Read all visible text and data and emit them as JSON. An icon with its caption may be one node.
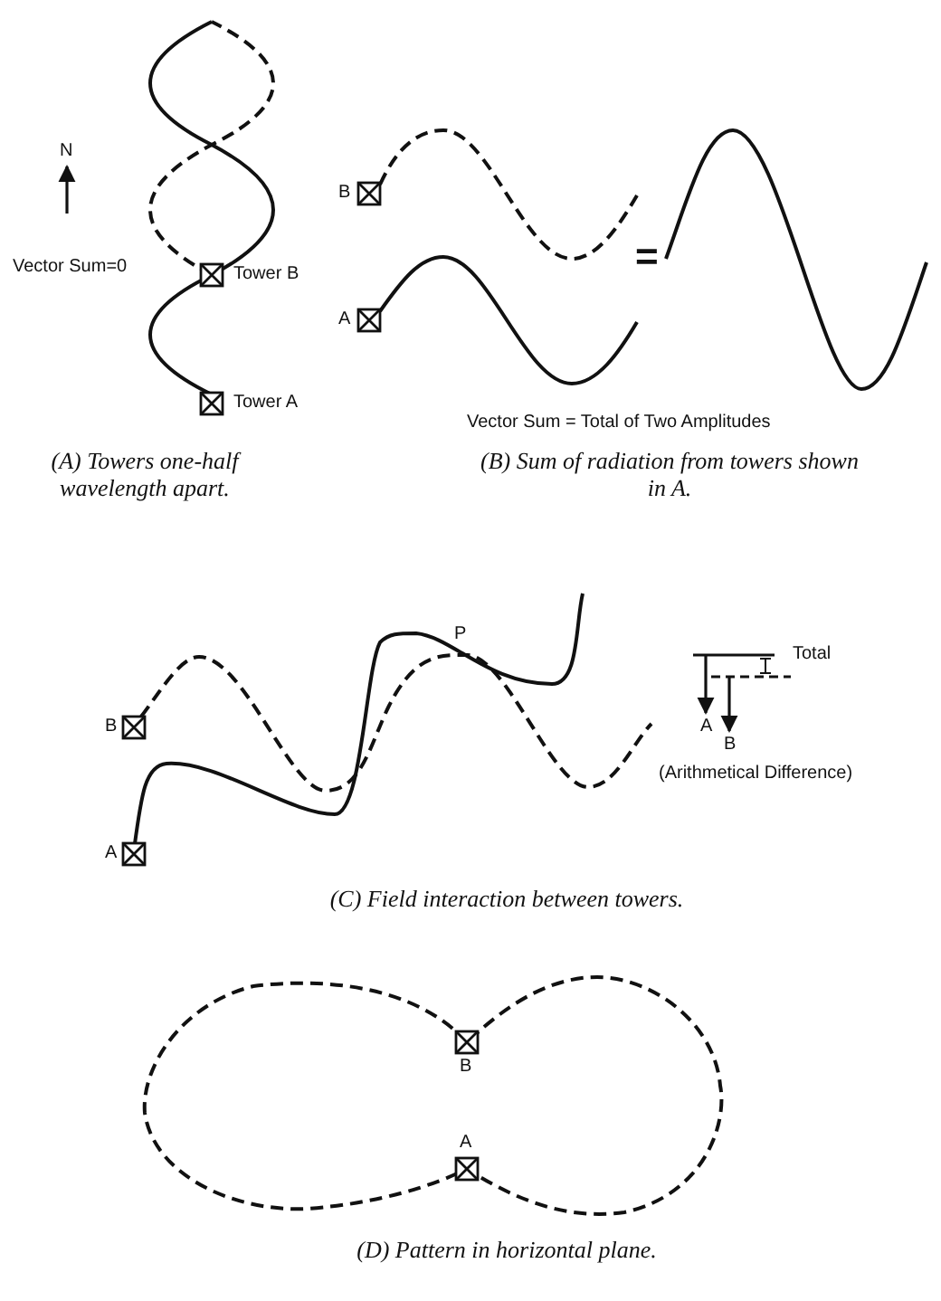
{
  "diagram": {
    "labels": [
      "N",
      "Vector Sum=0",
      "Tower B",
      "Tower A",
      "(A) Towers one-half wavelength apart.",
      "B",
      "A",
      "=",
      "Vector Sum = Total of Two Amplitudes",
      "(B) Sum of radiation from towers shown in A.",
      "P",
      "B",
      "Total",
      "A",
      "B",
      "(Arithmetical Difference)",
      "A",
      "(C) Field interaction between towers.",
      "B",
      "A",
      "(D) Pattern in horizontal plane."
    ]
  }
}
